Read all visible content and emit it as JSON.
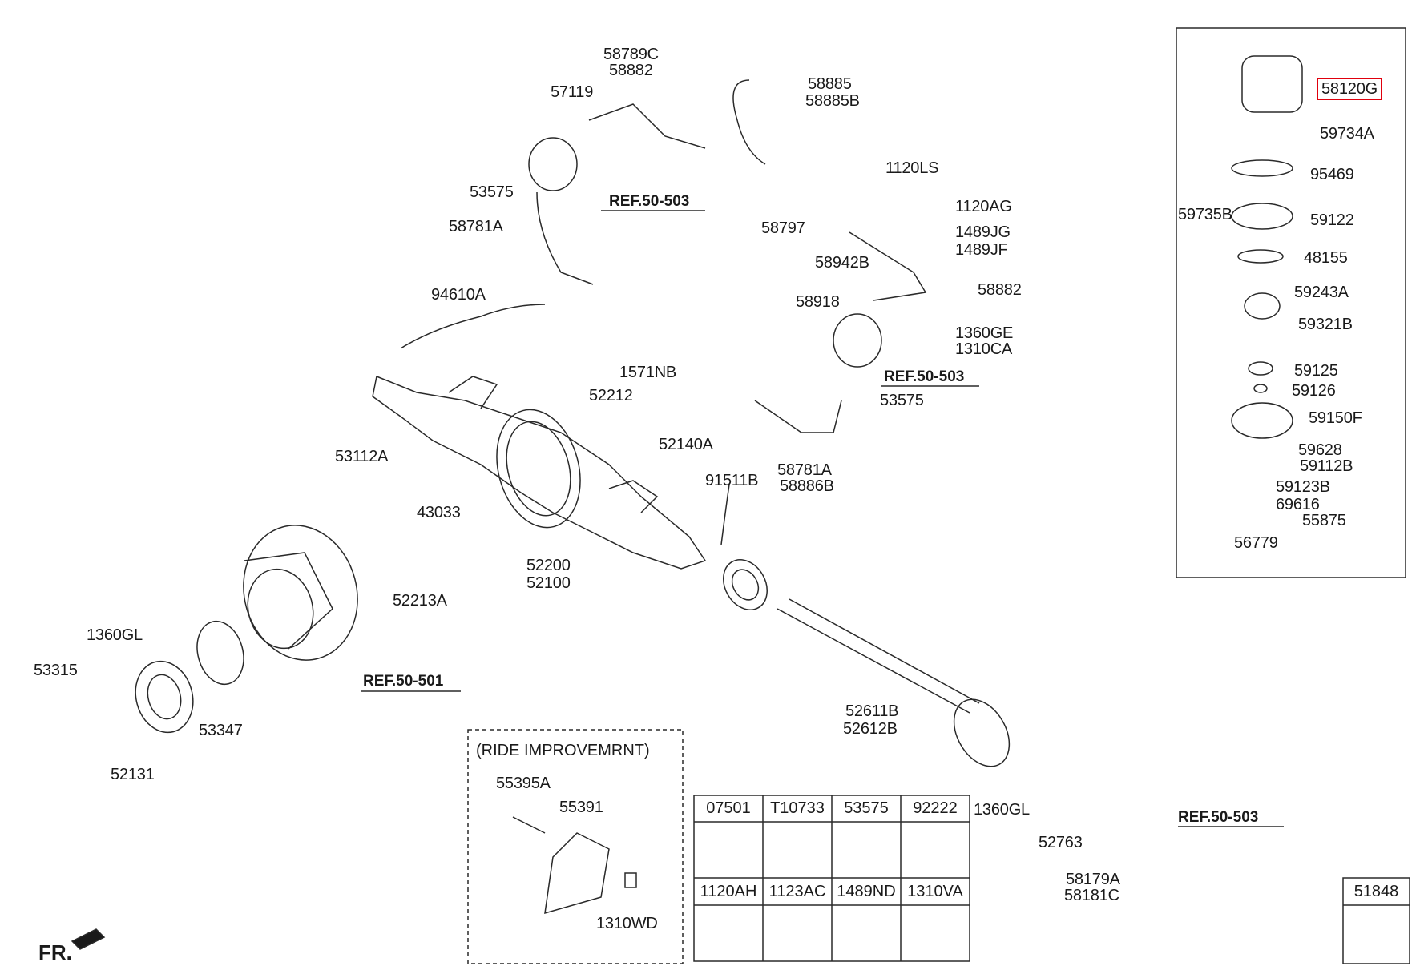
{
  "diagram": {
    "parts": {
      "p58789C": "58789C",
      "p58882a": "58882",
      "p57119": "57119",
      "p58885": "58885",
      "p58885B": "58885B",
      "p1120LS": "1120LS",
      "p53575a": "53575",
      "ref1": "REF.50-503",
      "p58781Aa": "58781A",
      "p58797": "58797",
      "p1120AG": "1120AG",
      "p1489JG": "1489JG",
      "p1489JF": "1489JF",
      "p58942B": "58942B",
      "p94610A": "94610A",
      "p58918": "58918",
      "p58882b": "58882",
      "p1360GE": "1360GE",
      "p1310CA": "1310CA",
      "ref2": "REF.50-503",
      "p1571NB": "1571NB",
      "p52212": "52212",
      "p53575b": "53575",
      "p52140A": "52140A",
      "p53112A": "53112A",
      "p58781Ab": "58781A",
      "p58886B": "58886B",
      "p91511B": "91511B",
      "p43033": "43033",
      "p52200": "52200",
      "p52100": "52100",
      "p52213A": "52213A",
      "p1360GLa": "1360GL",
      "p53315": "53315",
      "ref3": "REF.50-501",
      "p53347": "53347",
      "p52131": "52131",
      "p52611B": "52611B",
      "p52612B": "52612B",
      "p1360GLb": "1360GL",
      "p52763": "52763",
      "ref4": "REF.50-503",
      "p58179A": "58179A",
      "p58181C": "58181C"
    },
    "inset": {
      "p58120G": "58120G",
      "p59734A": "59734A",
      "p95469": "95469",
      "p59735B": "59735B",
      "p59122": "59122",
      "p48155": "48155",
      "p59243A": "59243A",
      "p59321B": "59321B",
      "p59125": "59125",
      "p59126": "59126",
      "p59150F": "59150F",
      "p59628": "59628",
      "p59112B": "59112B",
      "p59123B": "59123B",
      "p69616": "69616",
      "p55875": "55875",
      "p56779": "56779"
    },
    "ride": {
      "title": "(RIDE IMPROVEMRNT)",
      "p55395A": "55395A",
      "p55391": "55391",
      "p1310WD": "1310WD"
    },
    "grid": {
      "row1": [
        "07501",
        "T10733",
        "53575",
        "92222"
      ],
      "row2": [
        "1120AH",
        "1123AC",
        "1489ND",
        "1310VA"
      ]
    },
    "single": "51848",
    "fr": "FR."
  },
  "colors": {
    "line": "#2a2a2a",
    "highlight": "#e0000d"
  }
}
